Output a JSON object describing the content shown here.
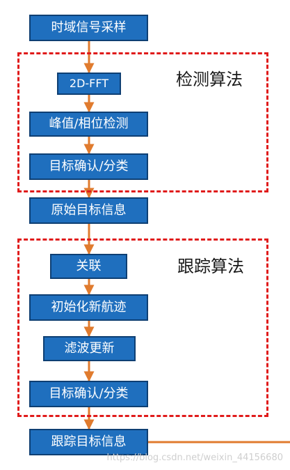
{
  "diagram": {
    "nodes": {
      "sampling": "时域信号采样",
      "fft": "2D-FFT",
      "peak": "峰值/相位检测",
      "confirm1": "目标确认/分类",
      "raw_info": "原始目标信息",
      "associate": "关联",
      "init_track": "初始化新航迹",
      "filter": "滤波更新",
      "confirm2": "目标确认/分类",
      "track_info": "跟踪目标信息"
    },
    "regions": {
      "detection": "检测算法",
      "tracking": "跟踪算法"
    },
    "colors": {
      "box_fill": "#1f6fbe",
      "box_border": "#0e3f73",
      "arrow": "#e07b2e",
      "region_border": "#e01b1b"
    }
  },
  "watermark": "https://blog.csdn.net/weixin_44156680"
}
